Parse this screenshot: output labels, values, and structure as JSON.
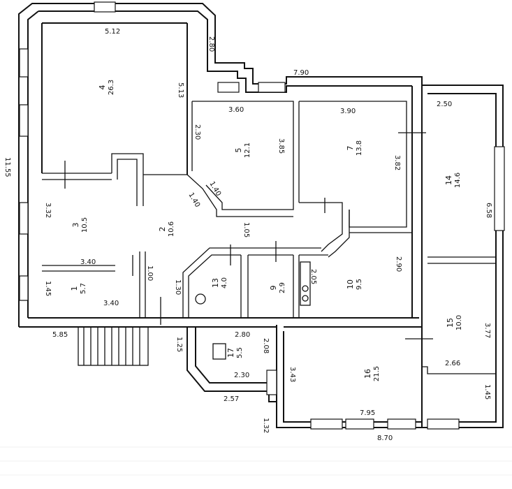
{
  "rooms": [
    {
      "number": "4",
      "area": "26.3"
    },
    {
      "number": "5",
      "area": "12.1"
    },
    {
      "number": "7",
      "area": "13.8"
    },
    {
      "number": "14",
      "area": "14.6"
    },
    {
      "number": "3",
      "area": "10.5"
    },
    {
      "number": "2",
      "area": "10.6"
    },
    {
      "number": "1",
      "area": "5.7"
    },
    {
      "number": "13",
      "area": "4.0"
    },
    {
      "number": "9",
      "area": "2.9"
    },
    {
      "number": "10",
      "area": "9.5"
    },
    {
      "number": "15",
      "area": "10.0"
    },
    {
      "number": "16",
      "area": "21.5"
    },
    {
      "number": "17",
      "area": "5.5"
    }
  ],
  "dimensions": [
    "5.12",
    "2.80",
    "7.90",
    "5.13",
    "3.60",
    "3.90",
    "2.50",
    "2.30",
    "3.85",
    "3.82",
    "11.55",
    "1.40",
    "1.40",
    "3.32",
    "1.05",
    "6.58",
    "3.40",
    "1.00",
    "1.30",
    "2.90",
    "1.45",
    "3.40",
    "2.05",
    "3.77",
    "2.80",
    "5.85",
    "1.25",
    "2.08",
    "3.43",
    "2.30",
    "2.66",
    "1.45",
    "2.57",
    "7.95",
    "1.32",
    "8.70"
  ]
}
